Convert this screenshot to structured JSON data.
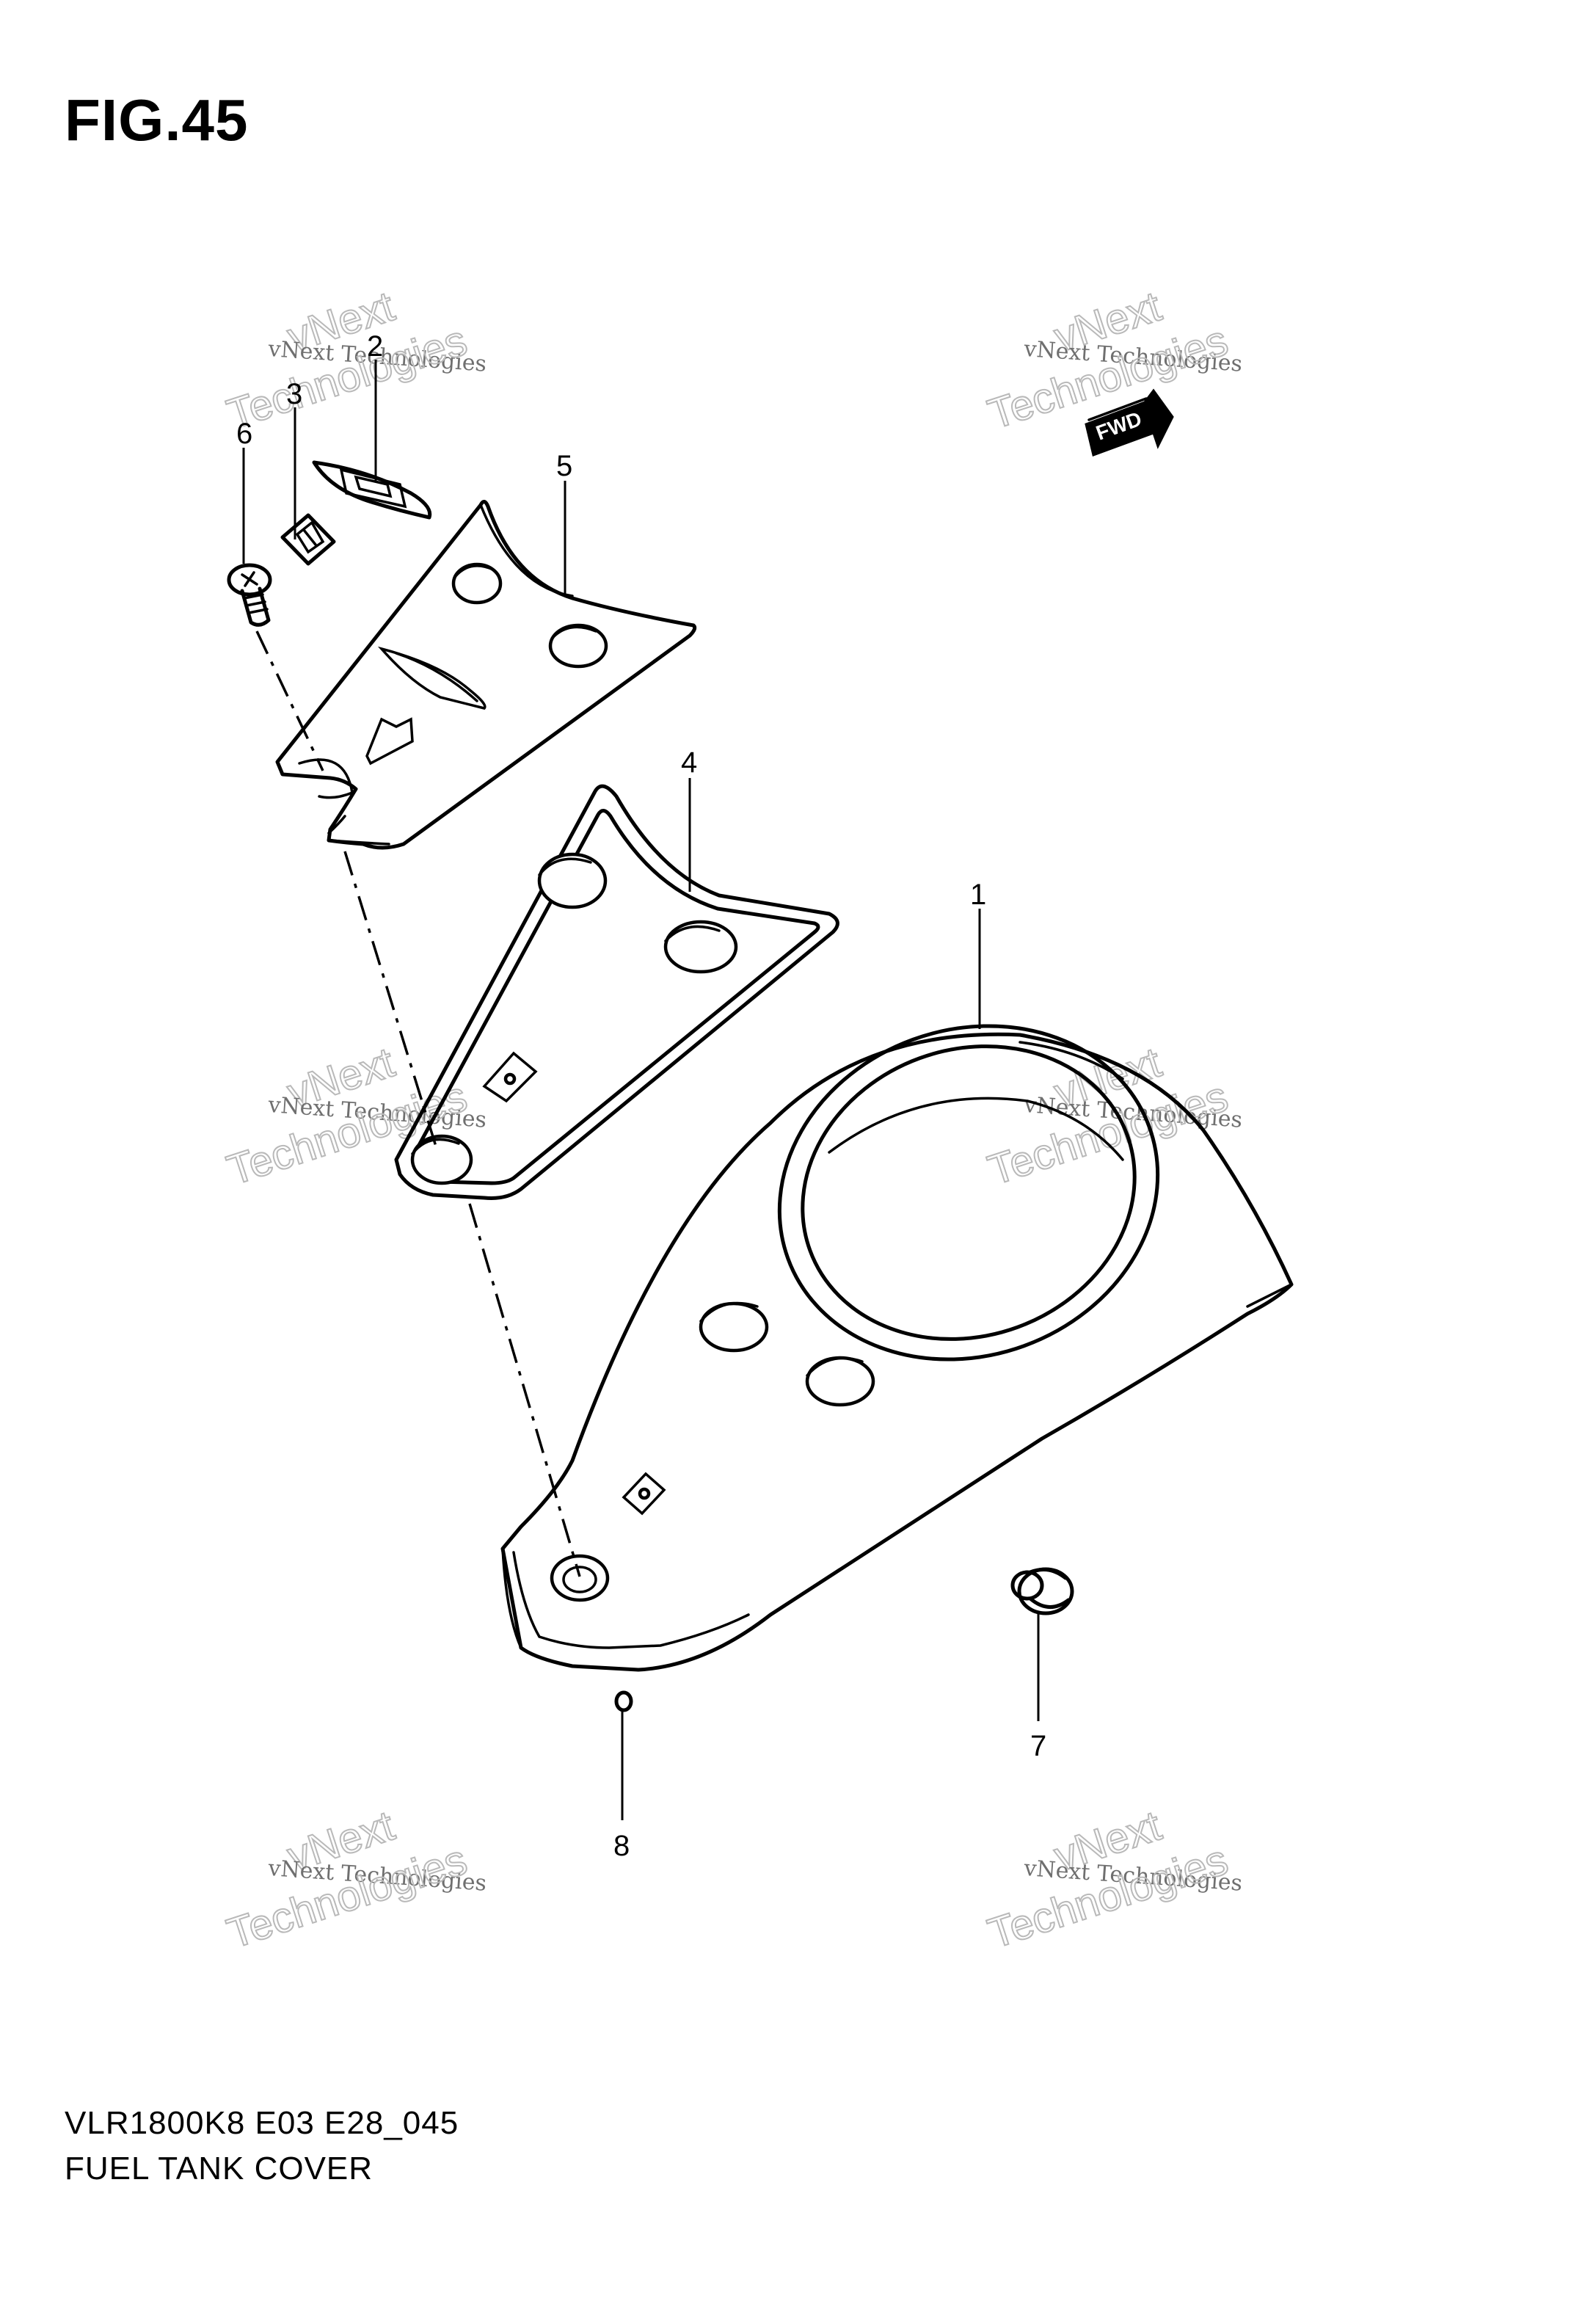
{
  "figure": {
    "title": "FIG.45",
    "model_code": "VLR1800K8 E03 E28_045",
    "name": "FUEL TANK COVER"
  },
  "parts": [
    {
      "callout": "1",
      "part": "fuel-tank-cover"
    },
    {
      "callout": "2",
      "part": "emblem"
    },
    {
      "callout": "3",
      "part": "emblem-badge"
    },
    {
      "callout": "4",
      "part": "gasket"
    },
    {
      "callout": "5",
      "part": "instrument-panel-cover"
    },
    {
      "callout": "6",
      "part": "screw"
    },
    {
      "callout": "7",
      "part": "grommet"
    },
    {
      "callout": "8",
      "part": "clip-nut"
    }
  ],
  "direction_badge": {
    "label": "FWD"
  },
  "watermark": {
    "line1": "vNext",
    "line2": "vNext Technologies",
    "line3": "Technologies"
  }
}
